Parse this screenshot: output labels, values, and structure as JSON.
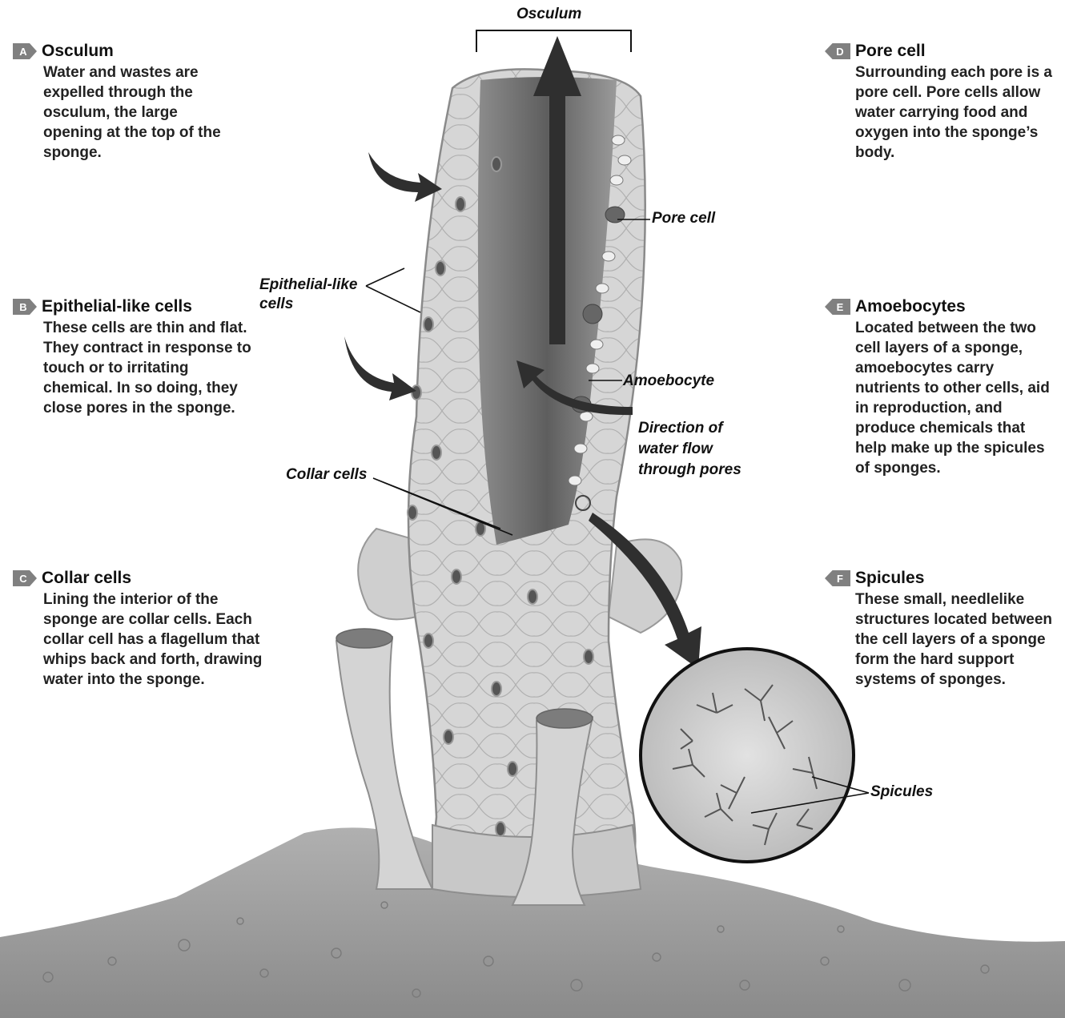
{
  "panels": {
    "a": {
      "badge": "A",
      "title": "Osculum",
      "body": "Water and wastes are expelled through the osculum, the large opening at the top of the sponge."
    },
    "b": {
      "badge": "B",
      "title": "Epithelial-like cells",
      "body": "These cells are thin and flat. They contract in response to touch or to irritating chemical. In so doing, they close pores in the sponge."
    },
    "c": {
      "badge": "C",
      "title": "Collar cells",
      "body": "Lining the interior of the sponge are collar cells. Each collar cell has a flagellum that whips back and forth, drawing water into the sponge."
    },
    "d": {
      "badge": "D",
      "title": "Pore cell",
      "body": "Surrounding each pore is a pore cell. Pore cells allow water carrying food and oxygen into the sponge’s body."
    },
    "e": {
      "badge": "E",
      "title": "Amoebocytes",
      "body": "Located between the two cell layers of a sponge, amoebocytes carry nutrients to other cells, aid in reproduction, and produce chemicals that help make up the spicules of sponges."
    },
    "f": {
      "badge": "F",
      "title": "Spicules",
      "body": "These small, needlelike structures located between the cell layers of a sponge form the hard support systems of sponges."
    }
  },
  "labels": {
    "osculum": "Osculum",
    "pore_cell": "Pore cell",
    "epithelial_1": "Epithelial-like",
    "epithelial_2": "cells",
    "amoebocyte": "Amoebocyte",
    "flow_1": "Direction of",
    "flow_2": "water flow",
    "flow_3": "through pores",
    "collar_cells": "Collar cells",
    "spicules": "Spicules"
  },
  "colors": {
    "badge": "#808080",
    "arrow": "#333333",
    "sponge": "#d2d2d2",
    "ground": "#9a9a9a"
  }
}
